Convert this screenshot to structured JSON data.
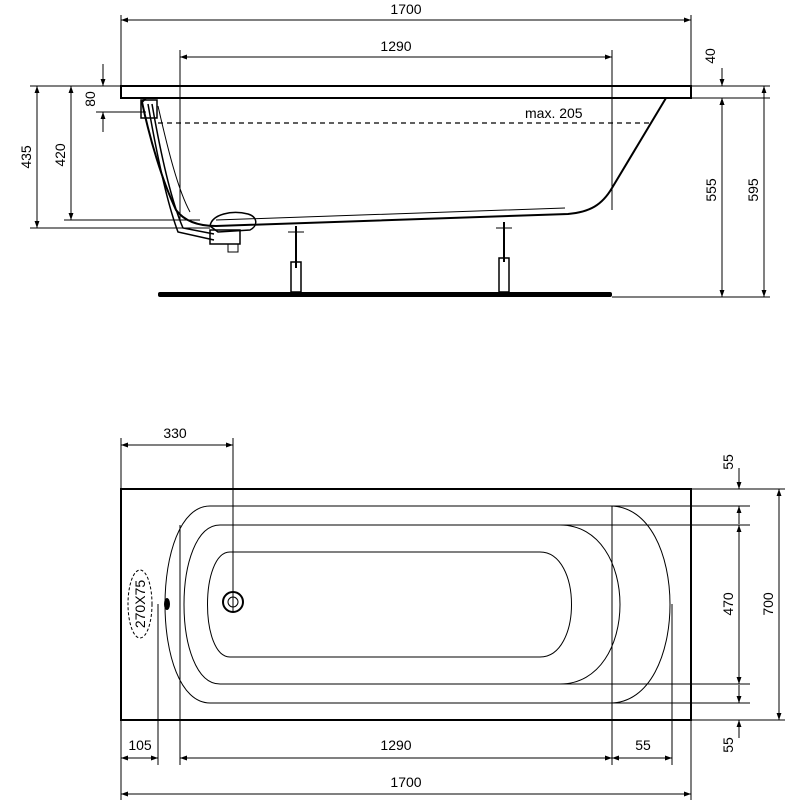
{
  "side_view": {
    "dim_top_length": "1700",
    "dim_inner_length": "1290",
    "dim_rim": "40",
    "dim_overflow": "80",
    "dim_height_left": "435",
    "dim_height_inner": "420",
    "dim_height_right_inner": "555",
    "dim_height_right_total": "595",
    "label_max_water": "max. 205"
  },
  "plan_view": {
    "dim_waste_offset": "330",
    "dim_top_margin": "55",
    "dim_inner_width": "470",
    "dim_total_width": "700",
    "dim_bottom_margin": "55",
    "dim_left_offset": "105",
    "dim_inner_length": "1290",
    "dim_right_margin": "55",
    "dim_total_length": "1700",
    "label_handle": "270X75"
  }
}
